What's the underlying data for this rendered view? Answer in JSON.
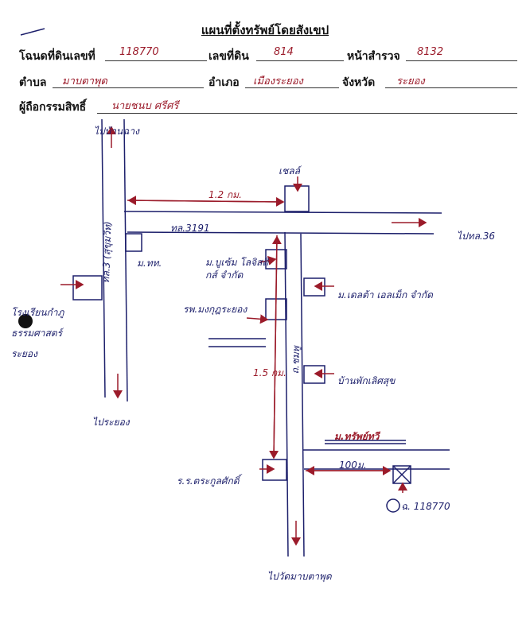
{
  "colors": {
    "ink": "#1c1f6b",
    "red": "#9b1b2a",
    "black": "#111111"
  },
  "header": {
    "title": "แผนที่ตั้งทรัพย์โดยสังเขป",
    "deed_no_label": "โฉนดที่ดินเลขที่",
    "deed_no_value": "118770",
    "land_no_label": "เลขที่ดิน",
    "land_no_value": "814",
    "survey_label": "หน้าสำรวจ",
    "survey_value": "8132",
    "subdistrict_label": "ตำบล",
    "subdistrict_value": "มาบตาพุด",
    "district_label": "อำเภอ",
    "district_value": "เมืองระยอง",
    "province_label": "จังหวัด",
    "province_value": "ระยอง",
    "owner_label": "ผู้ถือกรรมสิทธิ์",
    "owner_value": "นายชนบ ศรีศรี"
  },
  "map": {
    "to_banchang": "ไปบ้านฉาง",
    "to_rayong": "ไประยอง",
    "to_mabtaphut": "ไปวัดมาบตาพุด",
    "to_road36": "ไปทล.36",
    "road_3191": "ทล.3191",
    "road_3": "ทล.3 (สุขุมวิท)",
    "road_side": "ถ.ชมพู",
    "dist_1_2": "1.2 กม.",
    "dist_1_5": "1.5 กม.",
    "dist_100": "100ม.",
    "shell": "เชลล์",
    "kttm": "ม.ทท.",
    "school": "โรงเรียนกำภู ธรรมศาสตร์ระยอง",
    "village_1": "ม.บูเซ้ม โลจิสติกส์ จำกัด",
    "hospital": "รพ.มงกุฎระยอง",
    "company_2": "ม.เดลต้า เอลเม็ก จำกัด",
    "resort": "บ้านพักเลิศสุข",
    "village_target": "ม.ทรัพย์ทวี",
    "school_2": "ร.ร.ตระกูลศักดิ์",
    "parcel_label": "ฉ. 118770"
  }
}
